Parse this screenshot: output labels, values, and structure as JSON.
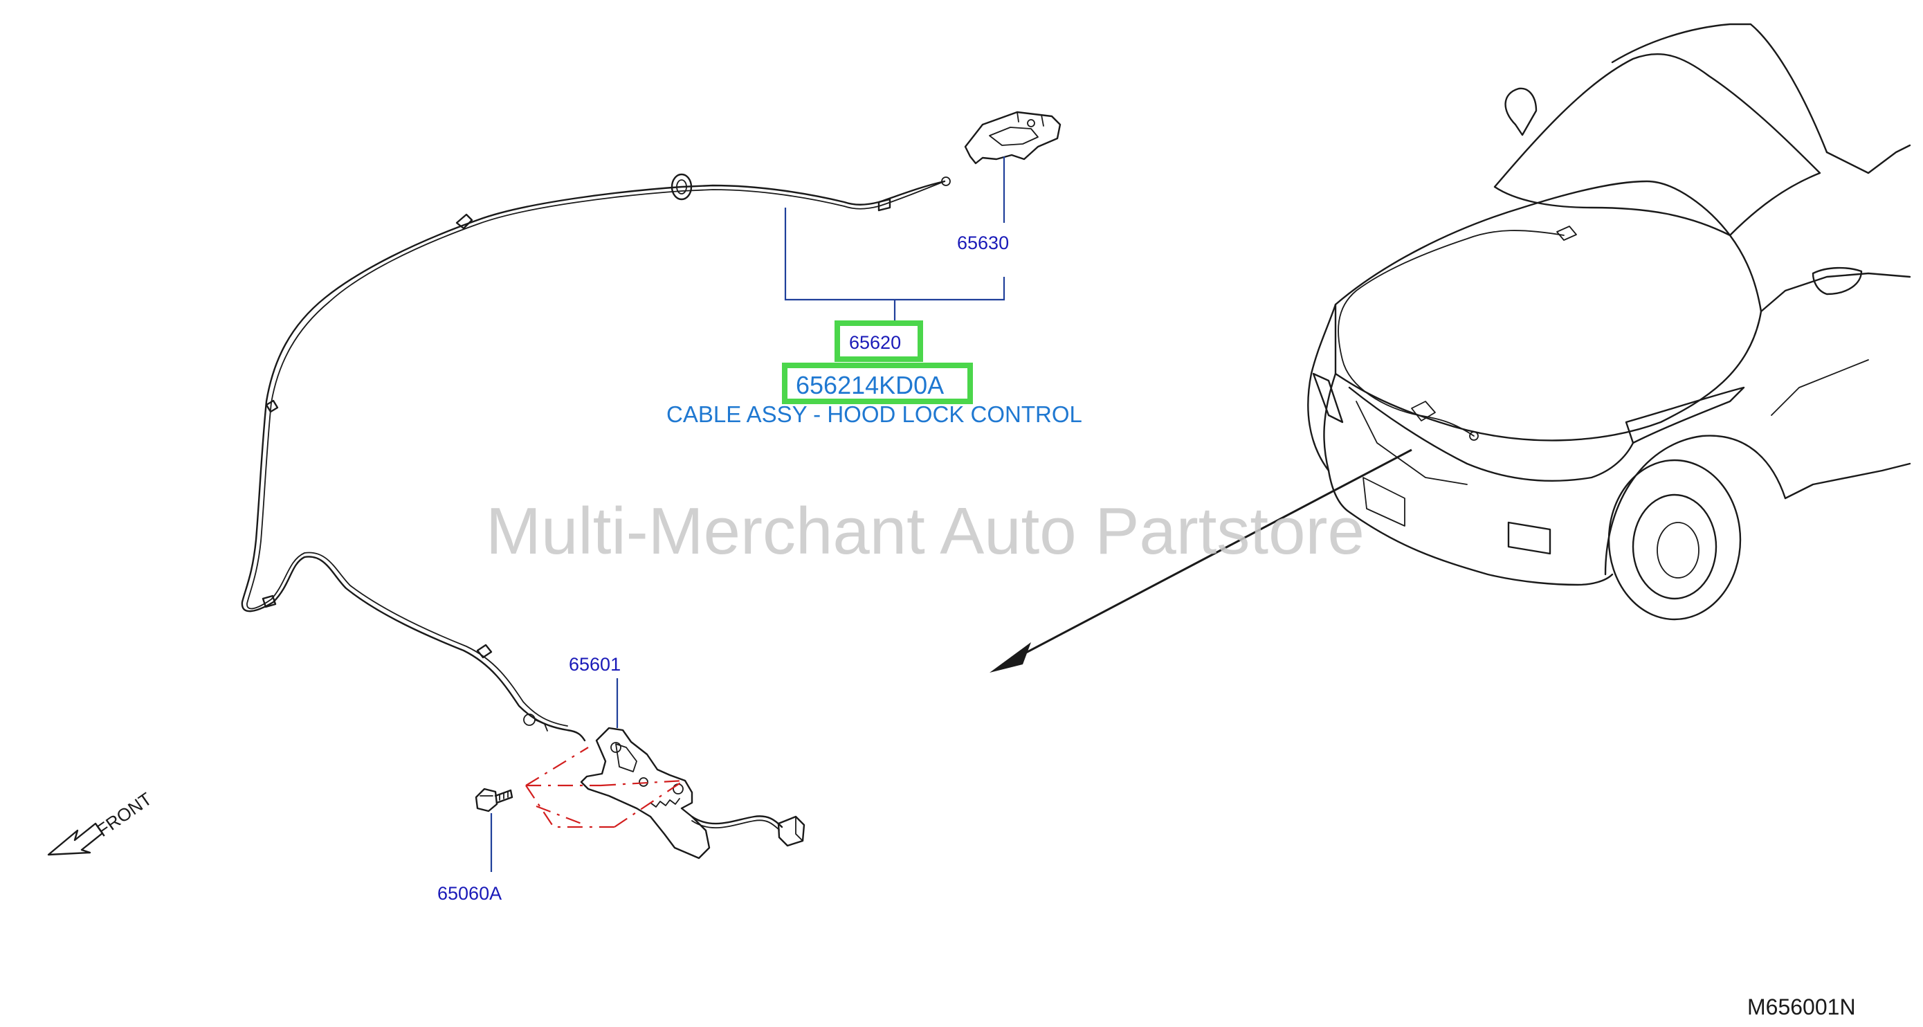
{
  "colors": {
    "callout_blue": "#1a1ab8",
    "description_blue": "#1f78d1",
    "highlight_green": "#4bd64b",
    "watermark_gray": "#c8c8c8",
    "dash_red": "#d21e1e",
    "line_black": "#1a1a1a"
  },
  "callouts": {
    "cable_lever": "65630",
    "cable_assy": "65620",
    "hood_lock": "65601",
    "bolt": "65060A"
  },
  "part": {
    "number": "656214KD0A",
    "description": "CABLE ASSY - HOOD LOCK CONTROL"
  },
  "watermark": "Multi-Merchant Auto Partstore",
  "front_label": "FRONT",
  "figure_code": "M656001N",
  "icons": {
    "front_arrow": "front-arrow-icon",
    "pointer_arrow": "pointer-arrow-icon"
  }
}
